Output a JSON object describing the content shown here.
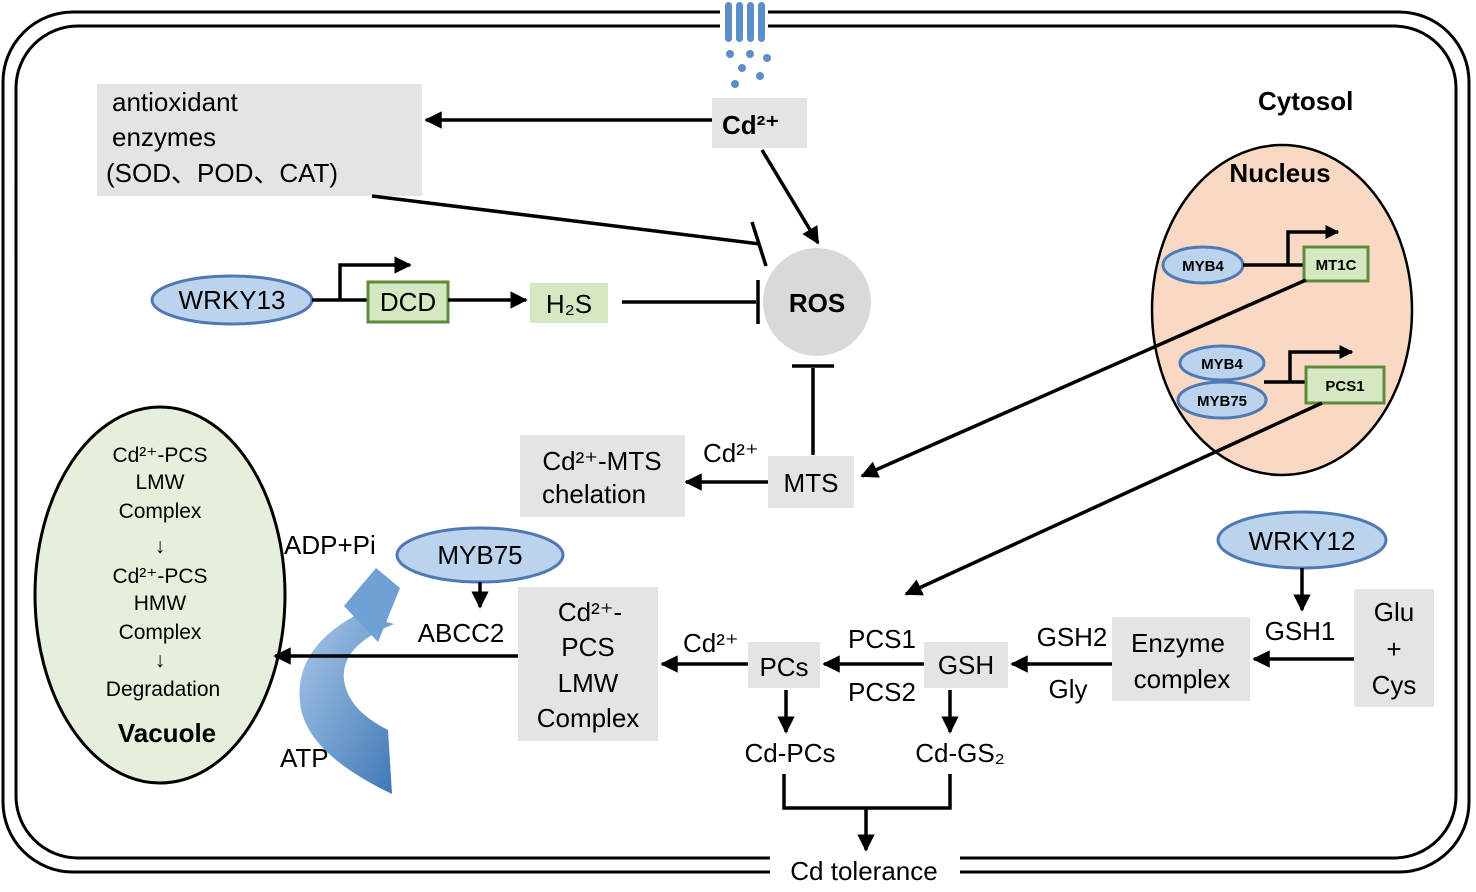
{
  "labels": {
    "cytosol": "Cytosol",
    "nucleus": "Nucleus",
    "vacuole": "Vacuole",
    "cd2_top": "Cd²⁺",
    "antioxidant_1": "antioxidant",
    "antioxidant_2": "enzymes",
    "antioxidant_3": "(SOD、POD、CAT)",
    "ros": "ROS",
    "wrky13": "WRKY13",
    "dcd": "DCD",
    "h2s": "H₂S",
    "myb4_a": "MYB4",
    "mt1c": "MT1C",
    "myb4_b": "MYB4",
    "myb75_n": "MYB75",
    "pcs1_gene": "PCS1",
    "cd2_mts": "Cd²⁺",
    "mts": "MTS",
    "mts_chel_1": "Cd²⁺-MTS",
    "mts_chel_2": "chelation",
    "vac_1": "Cd²⁺-PCS",
    "vac_2": "LMW",
    "vac_3": "Complex",
    "vac_arrow_1": "↓",
    "vac_4": "Cd²⁺-PCS",
    "vac_5": "HMW",
    "vac_6": "Complex",
    "vac_arrow_2": "↓",
    "vac_7": "Degradation",
    "adp": "ADP+Pi",
    "atp": "ATP",
    "myb75": "MYB75",
    "abcc2": "ABCC2",
    "lmw_1": "Cd²⁺-",
    "lmw_2": "PCS",
    "lmw_3": "LMW",
    "lmw_4": "Complex",
    "cd2_pcs": "Cd²⁺",
    "pcs_box": "PCs",
    "pcs1": "PCS1",
    "pcs2": "PCS2",
    "gsh": "GSH",
    "gsh2": "GSH2",
    "gly": "Gly",
    "enzyme_1": "Enzyme",
    "enzyme_2": "complex",
    "gsh1": "GSH1",
    "wrky12": "WRKY12",
    "glu": "Glu",
    "plus": "+",
    "cys": "Cys",
    "cd_pcs": "Cd-PCs",
    "cd_gs2": "Cd-GS₂",
    "cd_tolerance": "Cd tolerance"
  },
  "colors": {
    "nucleus_fill": "#f9d9c4",
    "vacuole_fill": "#e6efdc",
    "tf_fill": "#bcd3ee",
    "gene_fill": "#d5e8c1",
    "grey_box": "#e4e4e4",
    "ros_fill": "#d9d9d9",
    "channel_blue": "#5b8fc9"
  }
}
